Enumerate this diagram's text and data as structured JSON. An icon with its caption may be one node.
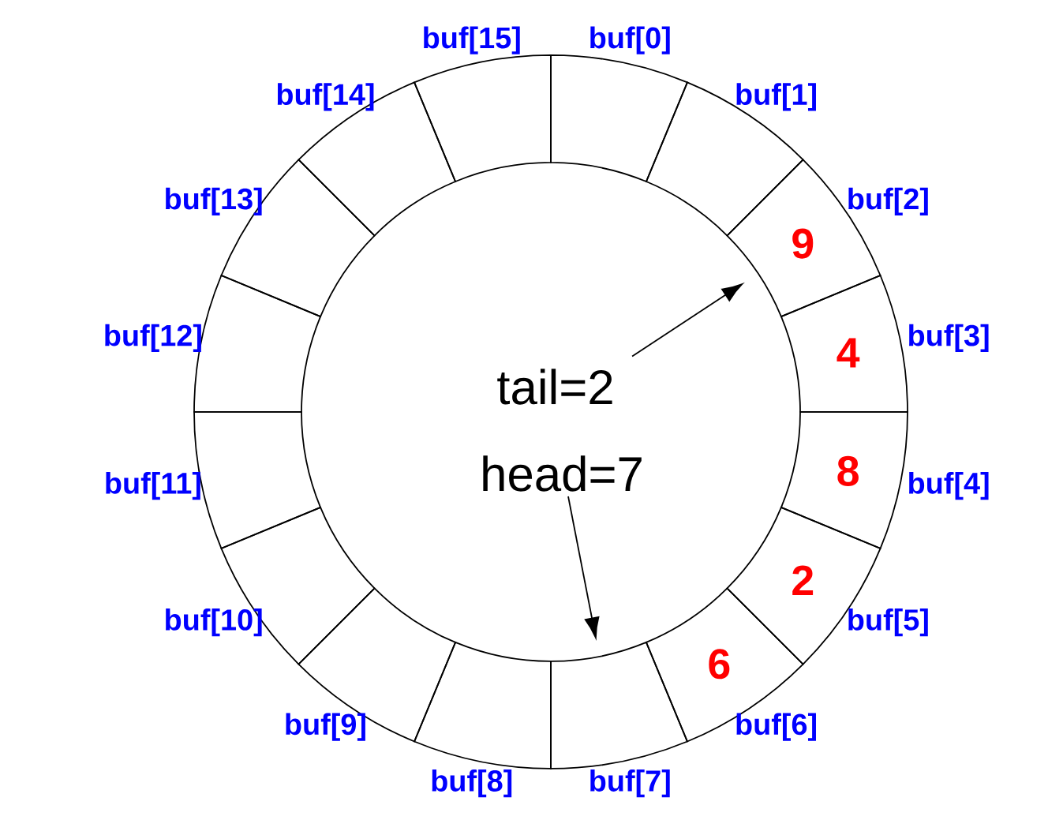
{
  "diagram": {
    "nodes": [
      {
        "text": [],
        "shape": "box",
        "beside": [
          "buf[0]"
        ]
      },
      {
        "text": [],
        "shape": "box",
        "beside": [
          "buf[1]"
        ]
      },
      {
        "text": [
          "9"
        ],
        "beside": [
          "buf[2]"
        ]
      },
      {
        "text": [
          "4"
        ],
        "beside": [
          "buf[3]"
        ]
      },
      {
        "text": [
          "8"
        ],
        "beside": [
          "buf[4]"
        ]
      },
      {
        "text": [
          "2"
        ],
        "beside": [
          "buf[5]"
        ]
      },
      {
        "text": [
          "6"
        ],
        "beside": [
          "buf[6]"
        ]
      },
      {
        "text": [],
        "shape": "box",
        "beside": [
          "buf[7]"
        ]
      },
      {
        "text": [],
        "shape": "box",
        "beside": [
          "buf[8]"
        ]
      },
      {
        "text": [],
        "shape": "box",
        "beside": [
          "buf[9]"
        ]
      },
      {
        "text": [],
        "shape": "box",
        "beside": [
          "buf[10]"
        ]
      },
      {
        "text": [],
        "shape": "box",
        "beside": [
          "buf[11]"
        ]
      },
      {
        "text": [],
        "shape": "box",
        "beside": [
          "buf[12]"
        ]
      },
      {
        "text": [],
        "shape": "box",
        "beside": [
          "buf[13]"
        ]
      },
      {
        "text": [],
        "shape": "box",
        "beside": [
          "buf[14]"
        ]
      },
      {
        "text": [],
        "shape": "box",
        "beside": [
          "buf[15]"
        ]
      },
      {
        "text": [
          "tail=2"
        ]
      },
      {
        "text": [
          "head=7"
        ]
      }
    ],
    "edges": [
      {
        "from": 16,
        "to": 2,
        "arrow": "to"
      },
      {
        "from": 17,
        "to": 7,
        "arrow": "to"
      }
    ]
  }
}
